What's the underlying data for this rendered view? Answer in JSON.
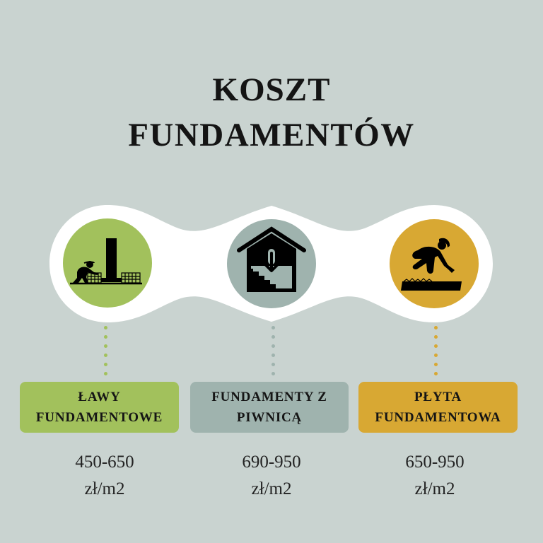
{
  "title": {
    "line1": "KOSZT",
    "line2": "FUNDAMENTÓW"
  },
  "colors": {
    "background": "#c9d3d0",
    "blob": "#ffffff",
    "green": "#a2c15c",
    "gray": "#9fb3ae",
    "gold": "#d8a833"
  },
  "items": [
    {
      "icon": "worker-foundation-wall-icon",
      "label_line1": "ŁAWY",
      "label_line2": "FUNDAMENTOWE",
      "price": "450-650",
      "unit": "zł/m2",
      "color": "#a2c15c"
    },
    {
      "icon": "house-basement-stairs-icon",
      "label_line1": "FUNDAMENTY Z",
      "label_line2": "PIWNICĄ",
      "price": "690-950",
      "unit": "zł/m2",
      "color": "#9fb3ae"
    },
    {
      "icon": "worker-foundation-slab-icon",
      "label_line1": "PŁYTA",
      "label_line2": "FUNDAMENTOWA",
      "price": "650-950",
      "unit": "zł/m2",
      "color": "#d8a833"
    }
  ]
}
